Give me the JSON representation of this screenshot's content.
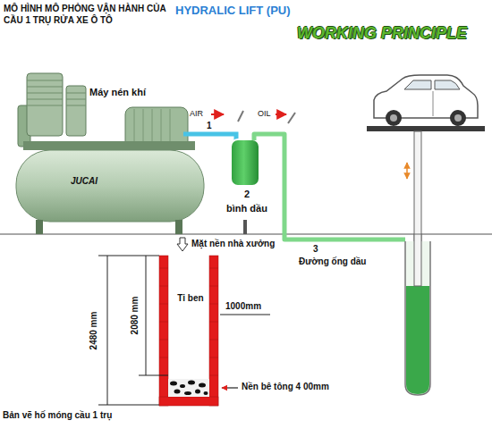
{
  "diagram": {
    "title": "HYDRALIC LIFT (PU)",
    "nodes": [
      {
        "text": [
          "Máy nén khí",
          "JUCAI"
        ]
      },
      {
        "text": [
          "2",
          "bình dầu"
        ]
      },
      {
        "text": [
          "Ti ben"
        ]
      }
    ],
    "edges": [
      {
        "from": 0,
        "to": 1,
        "arrow": "none",
        "label": "1"
      }
    ],
    "labels": [
      "WORKING PRINCIPLE",
      "MÔ HÌNH MÔ PHỎNG VẬN HÀNH CỦA CẦU 1 TRỤ RỬA XE Ô TÔ",
      "AIR",
      "OIL",
      "Mặt nền nhà xưởng",
      "3",
      "Đường ống dầu",
      "2480 mm",
      "2080 mm",
      "1000mm",
      "Nền bê tông 4 00mm",
      "Bản vẽ hố móng cầu 1 trụ"
    ]
  }
}
